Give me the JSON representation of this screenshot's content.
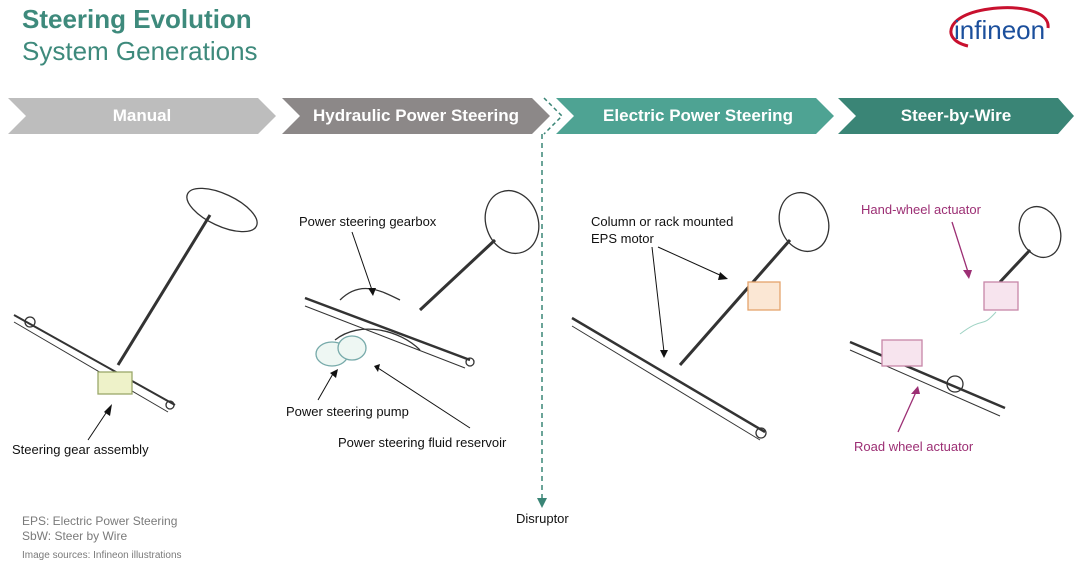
{
  "header": {
    "title": "Steering Evolution",
    "subtitle": "System Generations",
    "logo_text": "infineon"
  },
  "generations": [
    {
      "label": "Manual",
      "color": "#bdbdbd"
    },
    {
      "label": "Hydraulic Power Steering",
      "color": "#8c8888"
    },
    {
      "label": "Electric Power Steering",
      "color": "#4ea393"
    },
    {
      "label": "Steer-by-Wire",
      "color": "#3a8576"
    }
  ],
  "callouts": {
    "manual_gear": "Steering gear assembly",
    "hps_gearbox": "Power steering gearbox",
    "hps_pump": "Power steering pump",
    "hps_reservoir": "Power steering fluid reservoir",
    "eps_motor_line1": "Column or rack mounted",
    "eps_motor_line2": "EPS motor",
    "sbw_hand": "Hand-wheel actuator",
    "sbw_road": "Road wheel actuator"
  },
  "disruptor_label": "Disruptor",
  "footnotes": {
    "eps": "EPS: Electric Power Steering",
    "sbw": "SbW: Steer by Wire",
    "source": "Image sources: Infineon illustrations"
  },
  "colors": {
    "brand": "#3e8a7c",
    "highlight": "#9c2f74",
    "logo_red": "#c8102e",
    "logo_blue": "#1b4f9c"
  }
}
